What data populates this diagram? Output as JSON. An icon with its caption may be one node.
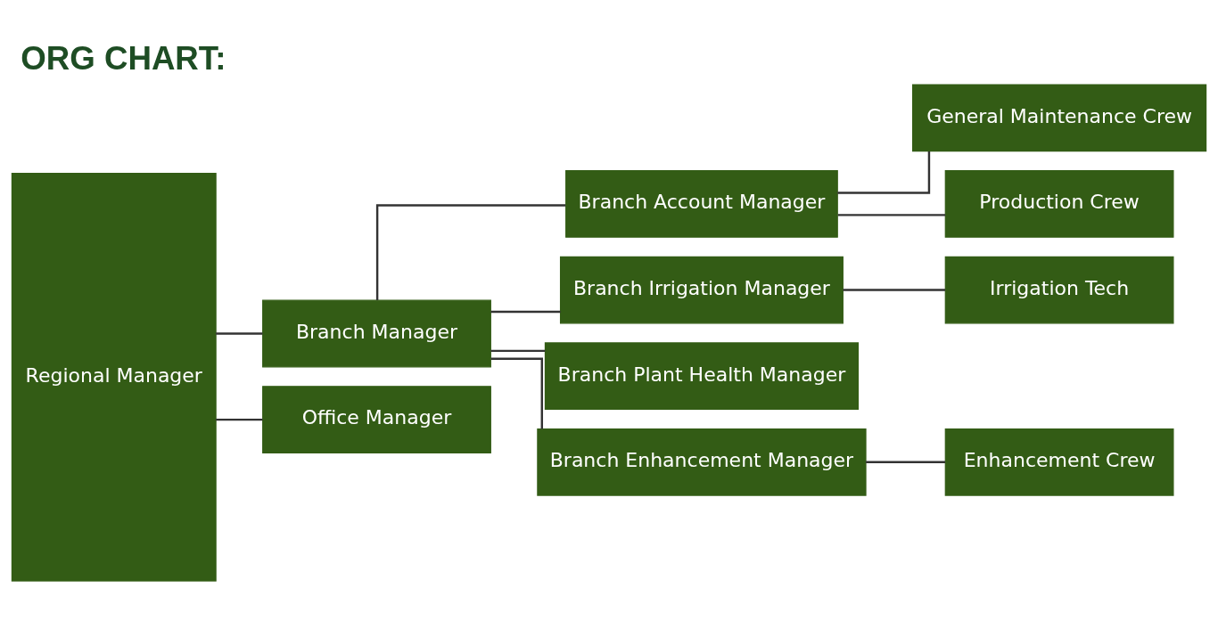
{
  "diagram": {
    "title": "ORG CHART:",
    "nodes": [
      {
        "text": [
          "Regional Manager"
        ]
      },
      {
        "text": [
          "Branch Manager"
        ]
      },
      {
        "text": [
          "Office Manager"
        ]
      },
      {
        "text": [
          "Branch Account Manager"
        ]
      },
      {
        "text": [
          "General Maintenance Crew"
        ]
      },
      {
        "text": [
          "Production Crew"
        ]
      },
      {
        "text": [
          "Branch Irrigation Manager"
        ]
      },
      {
        "text": [
          "Irrigation Tech"
        ]
      },
      {
        "text": [
          "Branch Plant Health Manager"
        ]
      },
      {
        "text": [
          "Branch Enhancement Manager"
        ]
      },
      {
        "text": [
          "Enhancement Crew"
        ]
      }
    ],
    "edges": [
      {
        "from": 0,
        "to": 1,
        "arrow": "none"
      },
      {
        "from": 0,
        "to": 2,
        "arrow": "none"
      },
      {
        "from": 1,
        "to": 3,
        "arrow": "none"
      },
      {
        "from": 1,
        "to": 6,
        "arrow": "none"
      },
      {
        "from": 1,
        "to": 8,
        "arrow": "none"
      },
      {
        "from": 1,
        "to": 9,
        "arrow": "none"
      },
      {
        "from": 3,
        "to": 4,
        "arrow": "none"
      },
      {
        "from": 3,
        "to": 5,
        "arrow": "none"
      },
      {
        "from": 6,
        "to": 7,
        "arrow": "none"
      },
      {
        "from": 9,
        "to": 10,
        "arrow": "none"
      }
    ]
  }
}
